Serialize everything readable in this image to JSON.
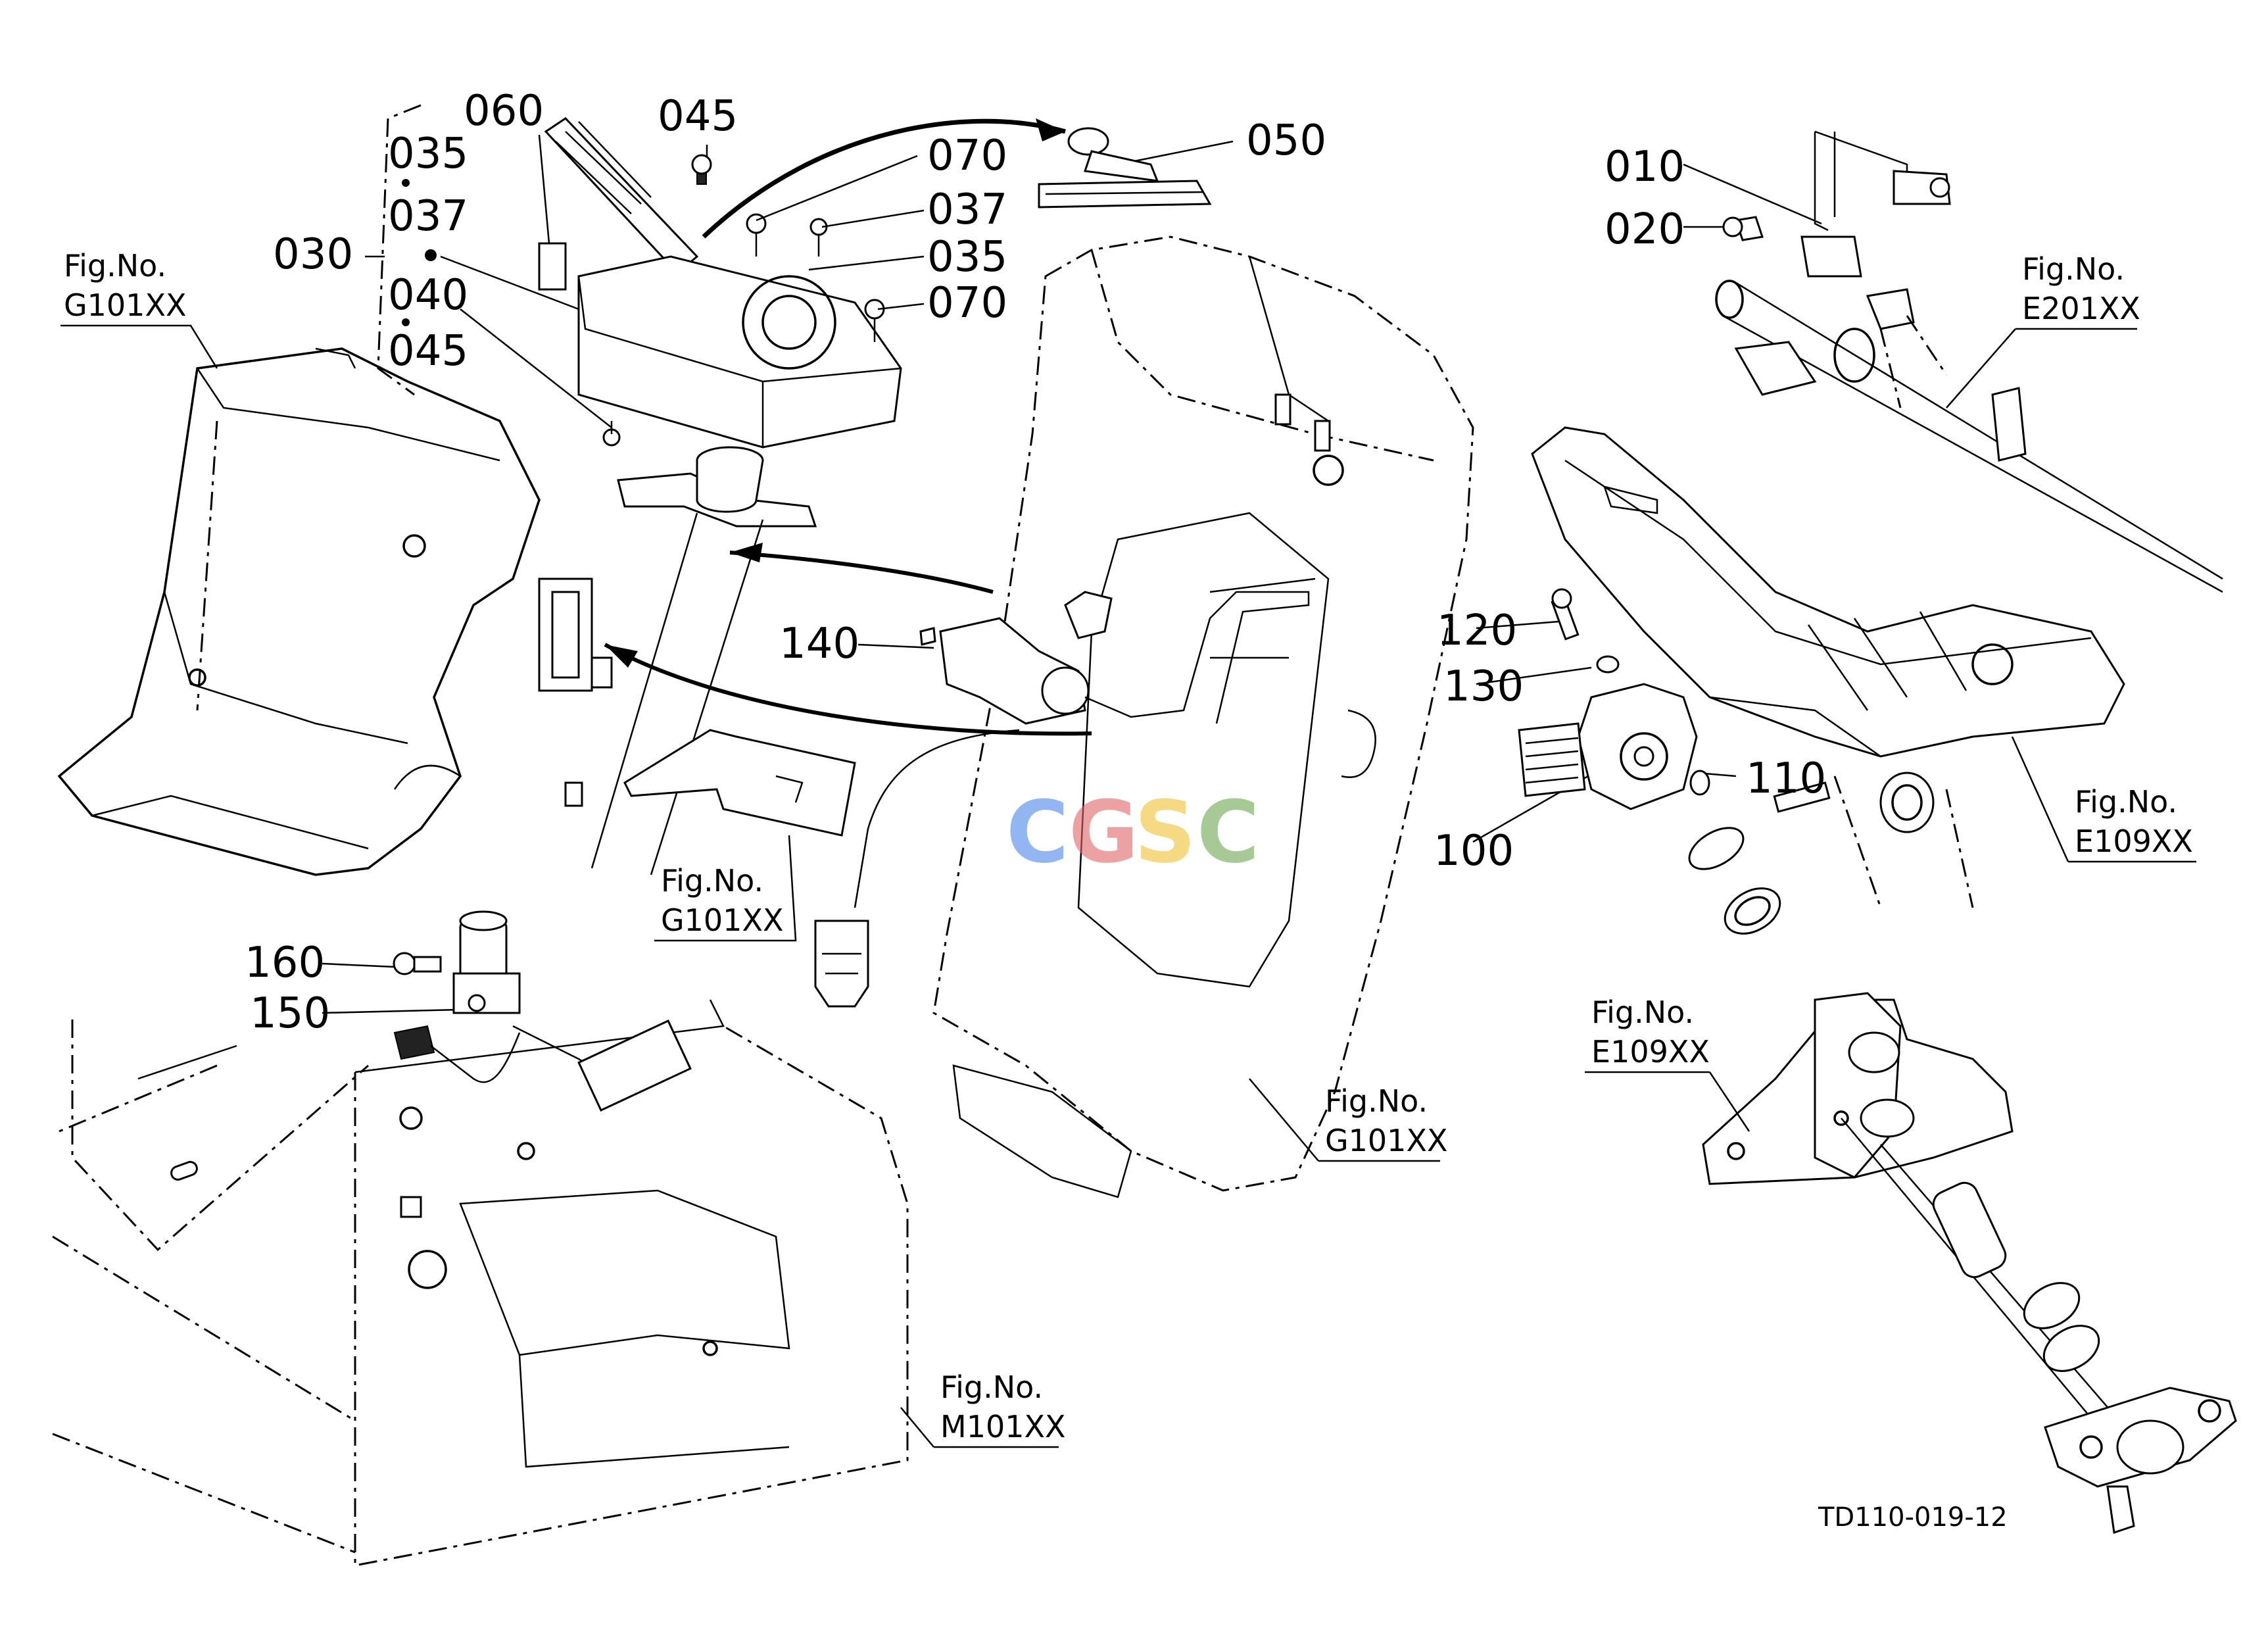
{
  "parts": {
    "p010": "010",
    "p020": "020",
    "p030": "030",
    "p035a": "035",
    "p037a": "037",
    "p040": "040",
    "p045a": "045",
    "p045b": "045",
    "p060": "060",
    "p070a": "070",
    "p037b": "037",
    "p035b": "035",
    "p070b": "070",
    "p050": "050",
    "p140": "140",
    "p160": "160",
    "p150": "150",
    "p120": "120",
    "p130": "130",
    "p110": "110",
    "p100": "100"
  },
  "figrefs": {
    "g101_left": {
      "label": "Fig.No.",
      "code": "G101XX"
    },
    "g101_mid": {
      "label": "Fig.No.",
      "code": "G101XX"
    },
    "g101_right": {
      "label": "Fig.No.",
      "code": "G101XX"
    },
    "m101": {
      "label": "Fig.No.",
      "code": "M101XX"
    },
    "e201": {
      "label": "Fig.No.",
      "code": "E201XX"
    },
    "e109_upper": {
      "label": "Fig.No.",
      "code": "E109XX"
    },
    "e109_lower": {
      "label": "Fig.No.",
      "code": "E109XX"
    }
  },
  "drawing_code": "TD110-019-12",
  "watermark": {
    "letters": [
      "C",
      "G",
      "S",
      "C"
    ],
    "colors": [
      "#4a86e8",
      "#e06666",
      "#f1c232",
      "#6aa84f"
    ]
  }
}
